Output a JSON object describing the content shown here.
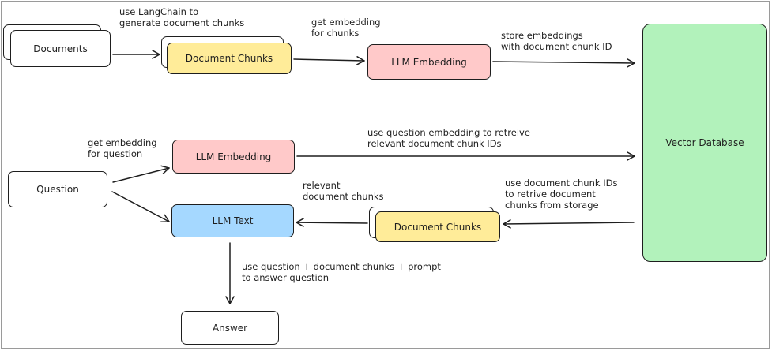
{
  "nodes": {
    "documents": "Documents",
    "document_chunks_top": "Document Chunks",
    "llm_embedding_top": "LLM Embedding",
    "vector_database": "Vector Database",
    "question": "Question",
    "llm_embedding_bottom": "LLM Embedding",
    "llm_text": "LLM Text",
    "document_chunks_bottom": "Document Chunks",
    "answer": "Answer"
  },
  "edge_labels": {
    "langchain": "use LangChain to\ngenerate document chunks",
    "get_embedding_chunks": "get embedding\nfor chunks",
    "store_embeddings": "store embeddings\nwith document chunk ID",
    "get_embedding_question": "get embedding\nfor question",
    "retrieve_ids": "use question embedding to retreive\nrelevant document chunk IDs",
    "relevant_chunks": "relevant\ndocument chunks",
    "retrieve_storage": "use document chunk IDs\nto retrive document\nchunks from storage",
    "answer_prompt": "use question + document chunks + prompt\nto answer question"
  },
  "colors": {
    "yellow": "#ffec99",
    "pink": "#ffc9c9",
    "blue": "#a5d8ff",
    "green": "#b2f2bb",
    "stroke": "#1e1e1e"
  }
}
